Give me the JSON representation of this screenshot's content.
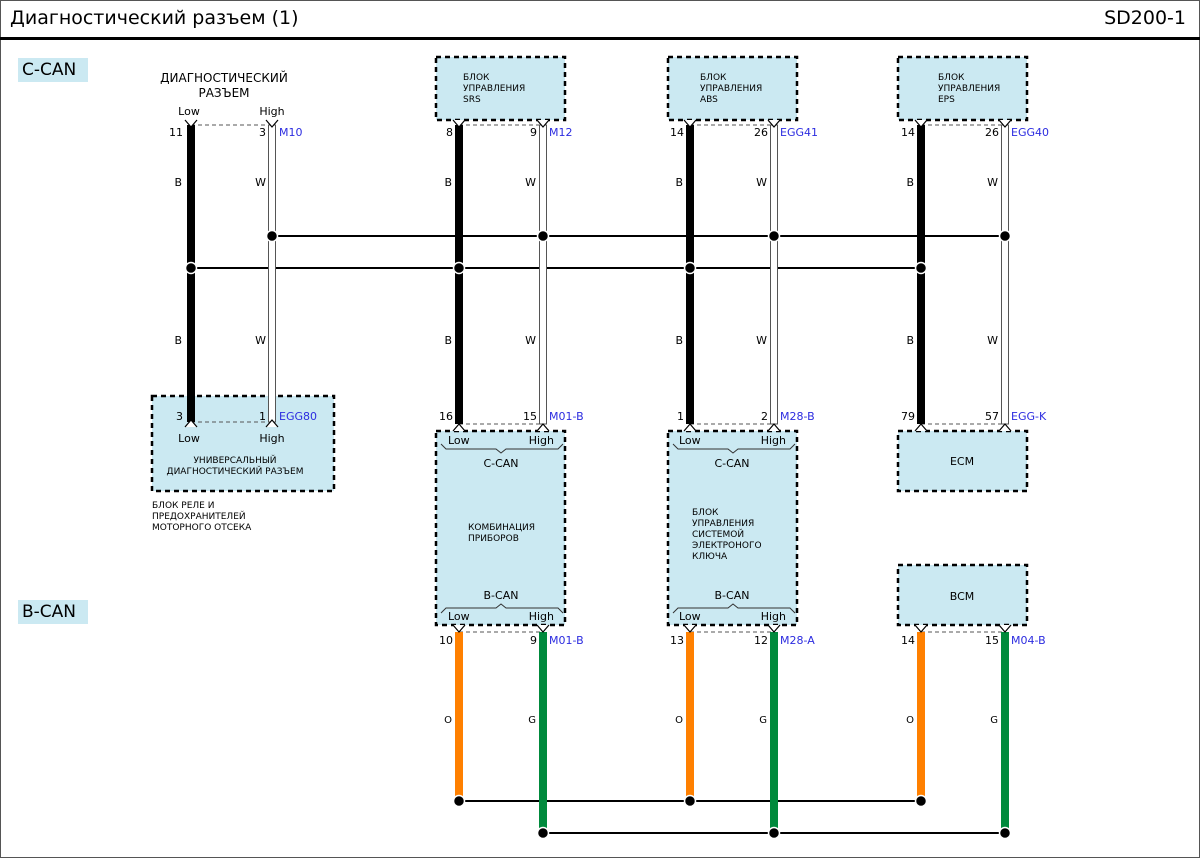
{
  "header": {
    "title": "Диагностический разъем (1)",
    "code": "SD200-1"
  },
  "sections": {
    "c_can": "C-CAN",
    "b_can": "B-CAN"
  },
  "labels": {
    "low": "Low",
    "high": "High",
    "c_can": "C-CAN",
    "b_can": "B-CAN"
  },
  "colors": {
    "box_fill": "#cbe9f2",
    "black": "#000000",
    "orange": "#ff8000",
    "green": "#008a3c",
    "connector": "#2c2ce0"
  },
  "diag_top": {
    "title_line1": "ДИАГНОСТИЧЕСКИЙ",
    "title_line2": "РАЗЪЕМ",
    "low_pin": "11",
    "high_pin": "3",
    "connector": "M10"
  },
  "units_top": [
    {
      "lines": [
        "БЛОК",
        "УПРАВЛЕНИЯ",
        "SRS"
      ],
      "low_pin": "8",
      "high_pin": "9",
      "connector": "M12"
    },
    {
      "lines": [
        "БЛОК",
        "УПРАВЛЕНИЯ",
        "ABS"
      ],
      "low_pin": "14",
      "high_pin": "26",
      "connector": "EGG41"
    },
    {
      "lines": [
        "БЛОК",
        "УПРАВЛЕНИЯ",
        "EPS"
      ],
      "low_pin": "14",
      "high_pin": "26",
      "connector": "EGG40"
    }
  ],
  "wire_colors": {
    "black": "B",
    "white": "W",
    "orange": "O",
    "green": "G"
  },
  "diag_bottom": {
    "low_pin": "3",
    "high_pin": "1",
    "connector": "EGG80",
    "name_line1": "УНИВЕРСАЛЬНЫЙ",
    "name_line2": "ДИАГНОСТИЧЕСКИЙ   РАЗЪЕМ",
    "location_line1": "БЛОК РЕЛЕ И",
    "location_line2": "ПРЕДОХРАНИТЕЛЕЙ",
    "location_line3": "МОТОРНОГО   ОТСЕКА"
  },
  "cluster": {
    "lines": [
      "КОМБИНАЦИЯ",
      "ПРИБОРОВ"
    ],
    "c_low_pin": "16",
    "c_high_pin": "15",
    "c_connector": "M01-B",
    "b_low_pin": "10",
    "b_high_pin": "9",
    "b_connector": "M01-B"
  },
  "smartkey": {
    "lines": [
      "БЛОК",
      "УПРАВЛЕНИЯ",
      "СИСТЕМОЙ",
      "ЭЛЕКТРОНОГО",
      "КЛЮЧА"
    ],
    "c_low_pin": "1",
    "c_high_pin": "2",
    "c_connector": "M28-B",
    "b_low_pin": "13",
    "b_high_pin": "12",
    "b_connector": "M28-A"
  },
  "ecm": {
    "name": "ECM",
    "low_pin": "79",
    "high_pin": "57",
    "connector": "EGG-K"
  },
  "bcm": {
    "name": "BCM",
    "low_pin": "14",
    "high_pin": "15",
    "connector": "M04-B"
  }
}
